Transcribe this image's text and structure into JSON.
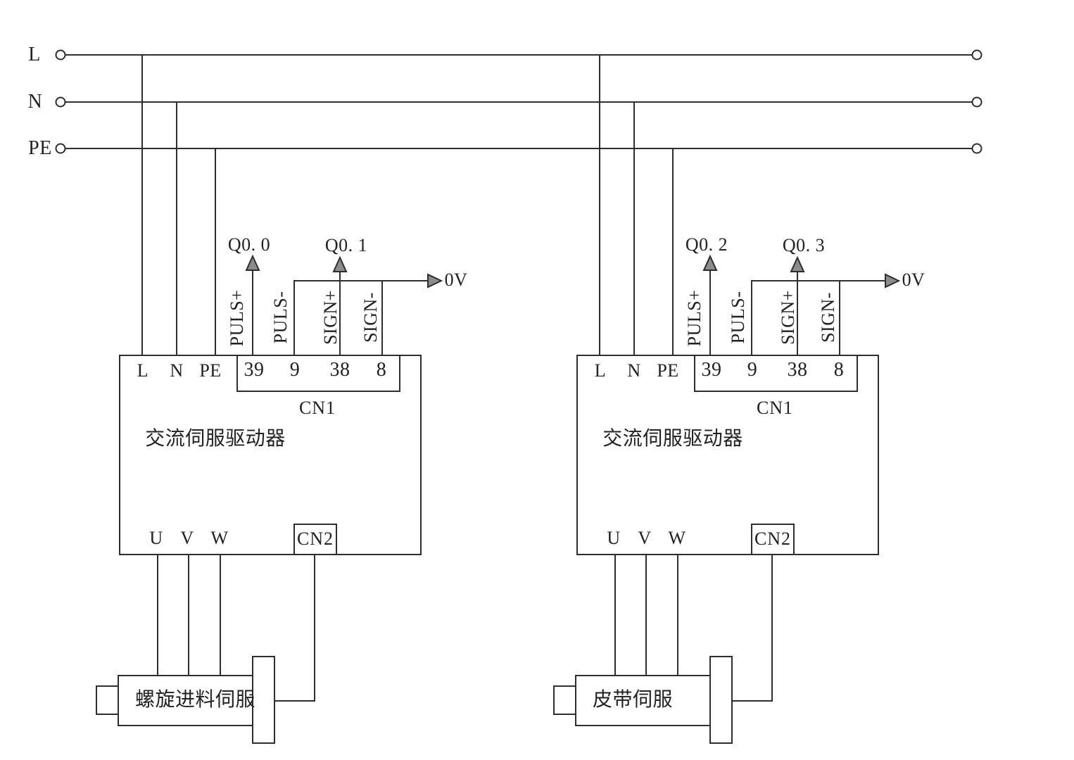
{
  "rails": {
    "labels": [
      "L",
      "N",
      "PE"
    ]
  },
  "units": [
    {
      "outputs": [
        "Q0. 0",
        "Q0. 1"
      ],
      "zero_volt": "0V",
      "cn1_signals": [
        "PULS+",
        "PULS-",
        "SIGN+",
        "SIGN-"
      ],
      "ac_terminals": [
        "L",
        "N",
        "PE"
      ],
      "cn1_pins": [
        "39",
        "9",
        "38",
        "8"
      ],
      "cn1_label": "CN1",
      "driver_title": "交流伺服驱动器",
      "phase_terminals": [
        "U",
        "V",
        "W"
      ],
      "cn2_label": "CN2",
      "motor_label": "螺旋进料伺服"
    },
    {
      "outputs": [
        "Q0. 2",
        "Q0. 3"
      ],
      "zero_volt": "0V",
      "cn1_signals": [
        "PULS+",
        "PULS-",
        "SIGN+",
        "SIGN-"
      ],
      "ac_terminals": [
        "L",
        "N",
        "PE"
      ],
      "cn1_pins": [
        "39",
        "9",
        "38",
        "8"
      ],
      "cn1_label": "CN1",
      "driver_title": "交流伺服驱动器",
      "phase_terminals": [
        "U",
        "V",
        "W"
      ],
      "cn2_label": "CN2",
      "motor_label": "皮带伺服"
    }
  ]
}
